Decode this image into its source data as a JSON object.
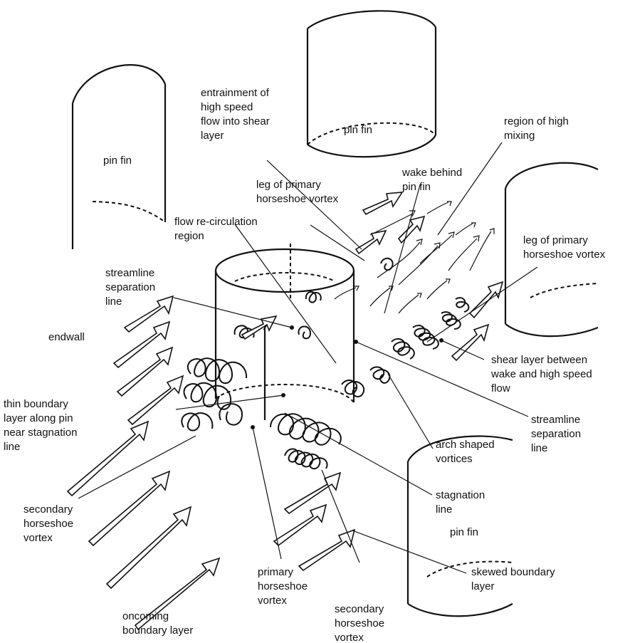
{
  "labels": {
    "pin_fin_left": "pin fin",
    "pin_fin_top": "pin fin",
    "pin_fin_bottom": "pin fin",
    "entrainment": [
      "entrainment of",
      "high speed",
      "flow into shear",
      "layer"
    ],
    "region_mixing": [
      "region of high",
      "mixing"
    ],
    "wake_behind": [
      "wake behind",
      "pin fin"
    ],
    "leg_primary_center": [
      "leg of primary",
      "horseshoe vortex"
    ],
    "leg_primary_right": [
      "leg of primary",
      "horseshoe vortex"
    ],
    "flow_recirc": [
      "flow re-circulation",
      "region"
    ],
    "streamline_sep_left": [
      "streamline",
      "separation",
      "line"
    ],
    "endwall": "endwall",
    "shear_layer": [
      "shear layer between",
      "wake and high speed",
      "flow"
    ],
    "thin_bl": [
      "thin boundary",
      "layer along pin",
      "near stagnation",
      "line"
    ],
    "streamline_sep_right": [
      "streamline",
      "separation",
      "line"
    ],
    "arch_vortices": [
      "arch shaped",
      "vortices"
    ],
    "stagnation": [
      "stagnation",
      "line"
    ],
    "secondary_hs_left": [
      "secondary",
      "horseshoe",
      "vortex"
    ],
    "primary_hs": [
      "primary",
      "horseshoe",
      "vortex"
    ],
    "secondary_hs_bottom": [
      "secondary",
      "horseshoe",
      "vortex"
    ],
    "skewed_bl": [
      "skewed boundary",
      "layer"
    ],
    "oncoming_bl": [
      "oncoming",
      "boundary layer"
    ]
  }
}
